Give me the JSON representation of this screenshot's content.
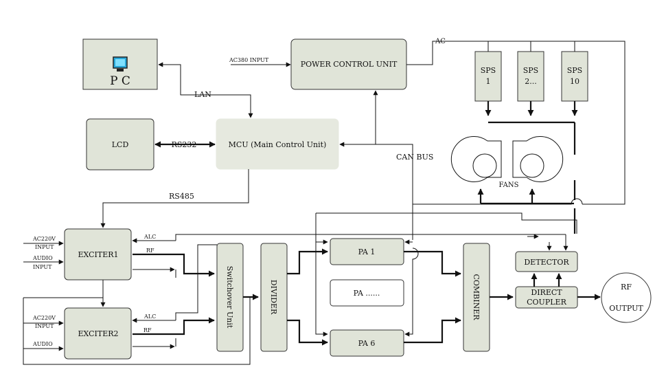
{
  "blocks": {
    "pc": "P C",
    "power_control": "POWER CONTROL UNIT",
    "lcd": "LCD",
    "mcu": "MCU (Main Control Unit)",
    "sps": [
      "SPS",
      "SPS",
      "SPS"
    ],
    "sps_num": [
      "1",
      "2...",
      "10"
    ],
    "fans": "FANS",
    "exciter1": "EXCITER1",
    "exciter2": "EXCITER2",
    "switchover": "Switchover Unit",
    "divider": "DIVIDER",
    "pa1": "PA 1",
    "pa_more": "PA ......",
    "pa6": "PA 6",
    "combiner": "COMBINER",
    "detector": "DETECTOR",
    "coupler_1": "DIRECT",
    "coupler_2": "COUPLER",
    "rf_out_1": "RF",
    "rf_out_2": "OUTPUT"
  },
  "labels": {
    "ac380": "AC380 INPUT",
    "ac": "AC",
    "lan": "LAN",
    "rs232": "RS232",
    "rs485": "RS485",
    "can_bus": "CAN BUS",
    "alc1": "ALC",
    "rf1": "RF",
    "alc2": "ALC",
    "rf2": "RF",
    "ex1_ac220_1": "AC220V",
    "ex1_ac220_2": "INPUT",
    "ex1_audio_1": "AUDIO",
    "ex1_audio_2": "INPUT",
    "ex2_ac220_1": "AC220V",
    "ex2_ac220_2": "INPUT",
    "ex2_audio": "AUDIO"
  }
}
